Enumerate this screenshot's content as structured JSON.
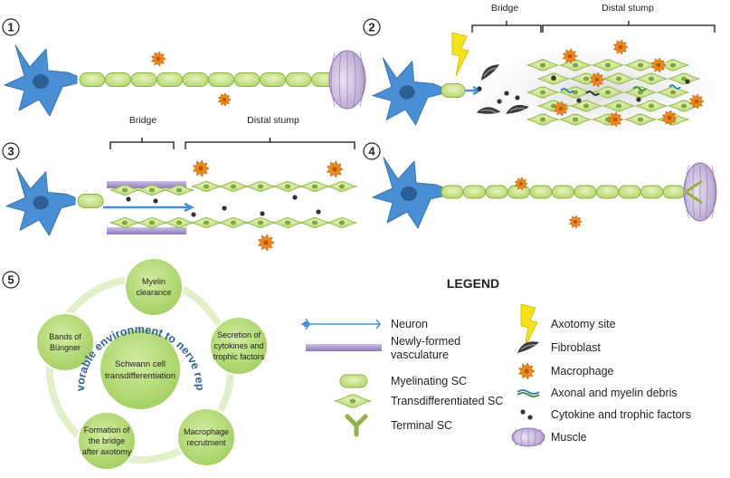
{
  "panels": {
    "p1": {
      "number": "1"
    },
    "p2": {
      "number": "2",
      "bridge_label": "Bridge",
      "stump_label": "Distal stump"
    },
    "p3": {
      "number": "3",
      "bridge_label": "Bridge",
      "stump_label": "Distal stump"
    },
    "p4": {
      "number": "4"
    },
    "p5": {
      "number": "5"
    }
  },
  "cycle": {
    "arc_text": "Favorable environment to nerve repair",
    "center": [
      "Schwann cell",
      "transdifferentiation"
    ],
    "nodes": [
      {
        "lines": [
          "Myelin",
          "clearance"
        ]
      },
      {
        "lines": [
          "Secretion of",
          "cytokines and",
          "trophic factors"
        ]
      },
      {
        "lines": [
          "Macrophage",
          "recrutment"
        ]
      },
      {
        "lines": [
          "Formation of",
          "the bridge",
          "after axotomy"
        ]
      },
      {
        "lines": [
          "Bands of",
          "Büngner"
        ]
      }
    ]
  },
  "legend": {
    "title": "LEGEND",
    "items": [
      {
        "icon": "neuron-icon",
        "lines": [
          "Neuron"
        ]
      },
      {
        "icon": "vasculature-icon",
        "lines": [
          "Newly-formed",
          "vasculature"
        ]
      },
      {
        "icon": "myelinating-sc-icon",
        "lines": [
          "Myelinating SC"
        ]
      },
      {
        "icon": "transdifferentiated-sc-icon",
        "lines": [
          "Transdifferentiated SC"
        ]
      },
      {
        "icon": "terminal-sc-icon",
        "lines": [
          "Terminal SC"
        ]
      },
      {
        "icon": "axotomy-icon",
        "lines": [
          "Axotomy site"
        ]
      },
      {
        "icon": "fibroblast-icon",
        "lines": [
          "Fibroblast"
        ]
      },
      {
        "icon": "macrophage-icon",
        "lines": [
          "Macrophage"
        ]
      },
      {
        "icon": "debris-icon",
        "lines": [
          "Axonal and myelin debris"
        ]
      },
      {
        "icon": "cytokine-icon",
        "lines": [
          "Cytokine and trophic factors"
        ]
      },
      {
        "icon": "muscle-icon",
        "lines": [
          "Muscle"
        ]
      }
    ]
  },
  "colors": {
    "neuron": "#4a8fd4",
    "schwann": "#c9e58a",
    "schwann_stroke": "#8fb347",
    "macrophage": "#f08a1c",
    "muscle": "#c9b7d9",
    "vasculature": "#a58fc6",
    "arc_text": "#2f5f9c",
    "node_fill": "#b8dc7a",
    "ring": "#e3efc8"
  }
}
